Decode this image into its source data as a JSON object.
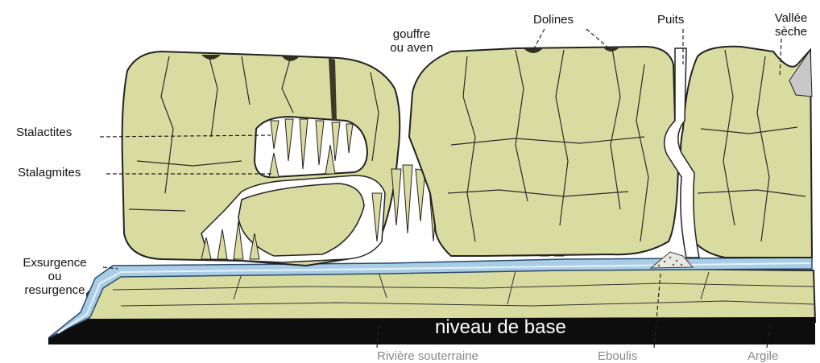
{
  "labels": {
    "gouffre_line1": "gouffre",
    "gouffre_line2": "ou aven",
    "dolines": "Dolines",
    "puits": "Puits",
    "vallee_line1": "Vallée",
    "vallee_line2": "sèche",
    "stalactites": "Stalactites",
    "stalagmites": "Stalagmites",
    "exsurgence_line1": "Exsurgence",
    "exsurgence_line2": "ou",
    "exsurgence_line3": "resurgence",
    "niveau": "niveau de base",
    "riviere": "Rivière souterraine",
    "eboulis": "Eboulis",
    "argile": "Argile"
  },
  "colors": {
    "limestone": "#d9dca0",
    "limestone_dark": "#c9cc88",
    "outline": "#222222",
    "water": "#a9cde6",
    "water_light": "#dcecf5",
    "base": "#0d0d0d",
    "cave": "#ffffff"
  }
}
